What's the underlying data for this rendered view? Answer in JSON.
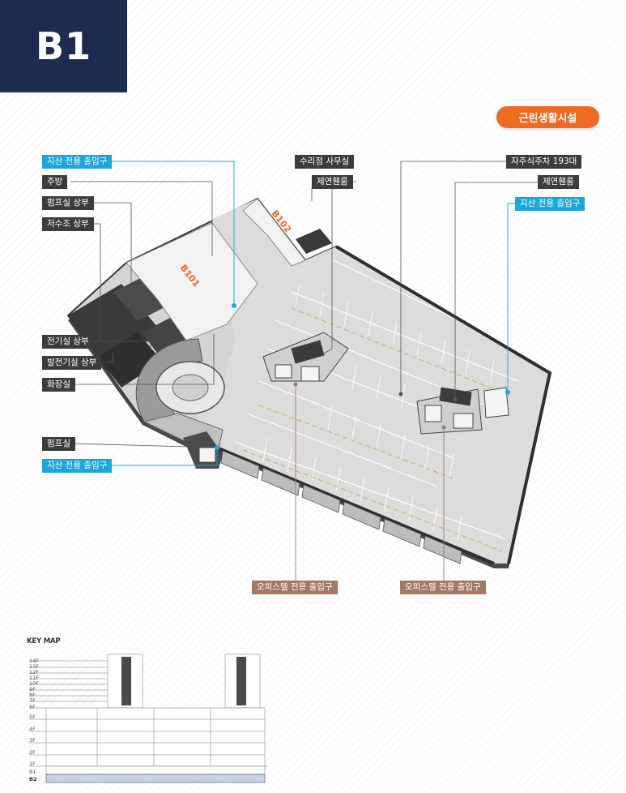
{
  "floor": "B1",
  "category": "근린생활시설",
  "plan_labels": {
    "b101": "B101",
    "b102": "B102"
  },
  "callouts": {
    "left_entrance_top": "지산 전용 출입구",
    "kitchen": "주방",
    "pump_room_upper": "펌프실 상부",
    "water_tank_upper": "저수조 상부",
    "electric_room_upper": "전기실 상부",
    "generator_room_upper": "발전기실 상부",
    "restroom": "화장실",
    "pump_room": "펌프실",
    "left_entrance_bottom": "지산 전용 출입구",
    "repair_office": "수리점 사무실",
    "smoke_room_left": "제연휀룸",
    "self_parking": "자주식주차 193대",
    "smoke_room_right": "제연휀룸",
    "right_entrance": "지산 전용 출입구",
    "officetel_entrance_1": "오피스텔 전용 출입구",
    "officetel_entrance_2": "오피스텔 전용 출입구"
  },
  "keymap": {
    "title": "KEY MAP",
    "floors": [
      "14F",
      "13F",
      "12F",
      "11F",
      "10F",
      "9F",
      "8F",
      "7F",
      "6F",
      "5F",
      "4F",
      "3F",
      "2F",
      "1F",
      "B1",
      "B2"
    ],
    "current": "B1"
  },
  "colors": {
    "navy": "#1d2b4f",
    "orange": "#ef6a22",
    "blue": "#1aa7dc",
    "brown": "#a57863",
    "dark": "#3c3c3c"
  }
}
